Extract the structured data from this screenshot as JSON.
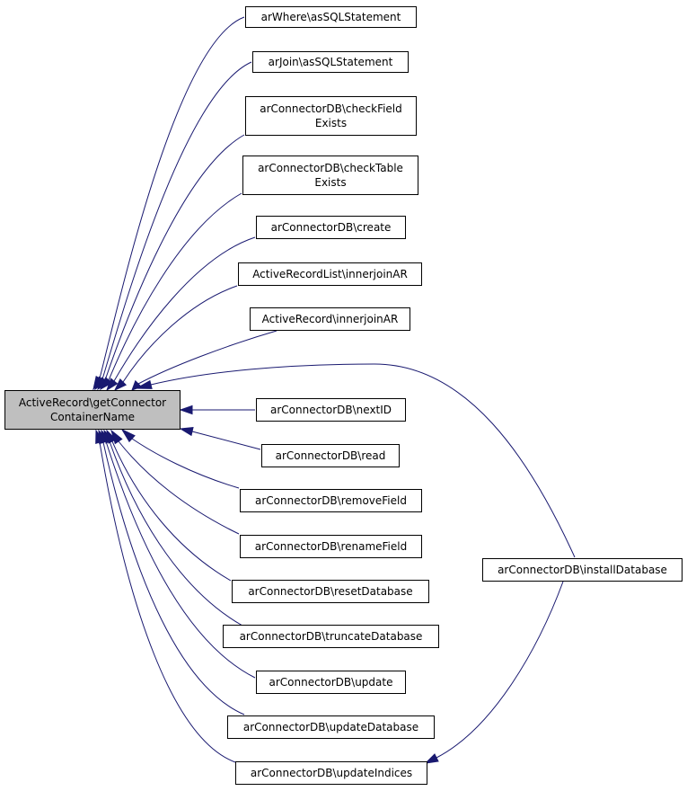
{
  "root": {
    "id": "root",
    "lines": [
      "ActiveRecord\\getConnector",
      "ContainerName"
    ]
  },
  "callers": [
    {
      "id": "n1",
      "lines": [
        "arWhere\\asSQLStatement"
      ]
    },
    {
      "id": "n2",
      "lines": [
        "arJoin\\asSQLStatement"
      ]
    },
    {
      "id": "n3",
      "lines": [
        "arConnectorDB\\checkField",
        "Exists"
      ]
    },
    {
      "id": "n4",
      "lines": [
        "arConnectorDB\\checkTable",
        "Exists"
      ]
    },
    {
      "id": "n5",
      "lines": [
        "arConnectorDB\\create"
      ]
    },
    {
      "id": "n6",
      "lines": [
        "ActiveRecordList\\innerjoinAR"
      ]
    },
    {
      "id": "n7",
      "lines": [
        "ActiveRecord\\innerjoinAR"
      ]
    },
    {
      "id": "n8",
      "lines": [
        "arConnectorDB\\nextID"
      ]
    },
    {
      "id": "n9",
      "lines": [
        "arConnectorDB\\read"
      ]
    },
    {
      "id": "n10",
      "lines": [
        "arConnectorDB\\removeField"
      ]
    },
    {
      "id": "n11",
      "lines": [
        "arConnectorDB\\renameField"
      ]
    },
    {
      "id": "n12",
      "lines": [
        "arConnectorDB\\resetDatabase"
      ]
    },
    {
      "id": "n13",
      "lines": [
        "arConnectorDB\\truncateDatabase"
      ]
    },
    {
      "id": "n14",
      "lines": [
        "arConnectorDB\\update"
      ]
    },
    {
      "id": "n15",
      "lines": [
        "arConnectorDB\\updateDatabase"
      ]
    },
    {
      "id": "n16",
      "lines": [
        "arConnectorDB\\updateIndices"
      ]
    },
    {
      "id": "n17",
      "lines": [
        "arConnectorDB\\installDatabase"
      ]
    }
  ],
  "edges": [
    {
      "from": "n1",
      "to": "root"
    },
    {
      "from": "n2",
      "to": "root"
    },
    {
      "from": "n3",
      "to": "root"
    },
    {
      "from": "n4",
      "to": "root"
    },
    {
      "from": "n5",
      "to": "root"
    },
    {
      "from": "n6",
      "to": "root"
    },
    {
      "from": "n7",
      "to": "root"
    },
    {
      "from": "n17",
      "to": "root"
    },
    {
      "from": "n8",
      "to": "root"
    },
    {
      "from": "n9",
      "to": "root"
    },
    {
      "from": "n10",
      "to": "root"
    },
    {
      "from": "n11",
      "to": "root"
    },
    {
      "from": "n12",
      "to": "root"
    },
    {
      "from": "n13",
      "to": "root"
    },
    {
      "from": "n14",
      "to": "root"
    },
    {
      "from": "n15",
      "to": "root"
    },
    {
      "from": "n16",
      "to": "root"
    },
    {
      "from": "n17",
      "to": "n16"
    }
  ],
  "colors": {
    "edge": "#191970",
    "root_fill": "#bfbfbf",
    "node_fill": "#ffffff",
    "node_stroke": "#000000"
  }
}
